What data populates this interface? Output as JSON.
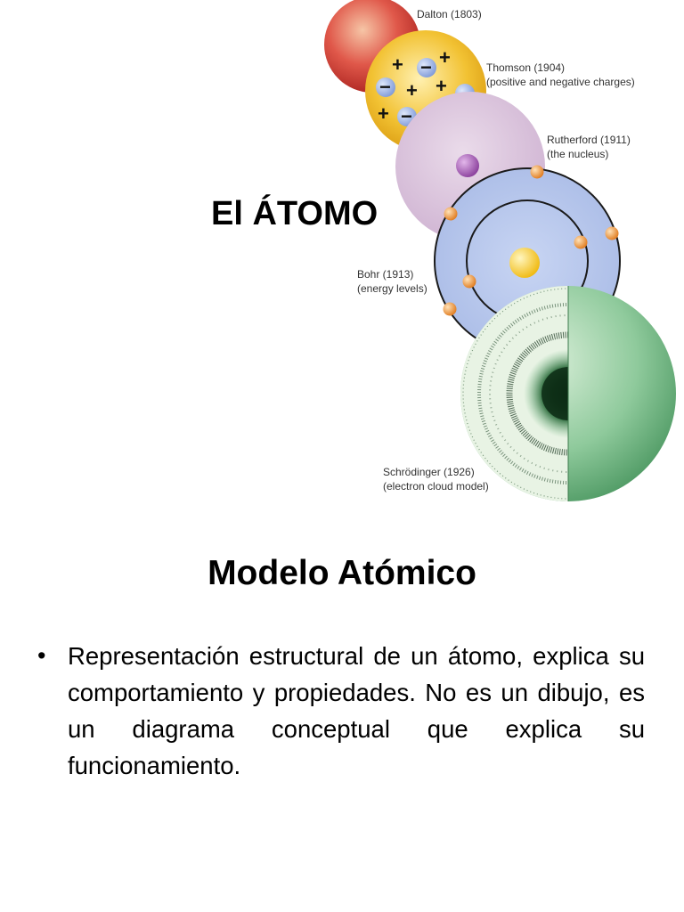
{
  "slide": {
    "heading": "El ÁTOMO",
    "section_title": "Modelo Atómico",
    "bullet_symbol": "•",
    "bullet_text": "Representación estructural de un átomo, explica su comportamiento y propiedades. No es un dibujo, es un diagrama conceptual que explica su funcionamiento."
  },
  "models": {
    "dalton": {
      "year_label": "Dalton (1803)"
    },
    "thomson": {
      "year_label": "Thomson (1904)",
      "description": "(positive and negative charges)"
    },
    "rutherford": {
      "year_label": "Rutherford (1911)",
      "description": "(the nucleus)"
    },
    "bohr": {
      "year_label": "Bohr (1913)",
      "description": "(energy levels)"
    },
    "schrodinger": {
      "year_label": "Schrödinger (1926)",
      "description": "(electron cloud model)"
    }
  },
  "thomson_charges": {
    "plus": "+",
    "minus": "−"
  },
  "colors": {
    "dalton": "#d9433a",
    "thomson": "#efb92a",
    "rutherford": "#dcc3dd",
    "bohr": "#b7c7ec",
    "schrodinger": "#7fbf8f",
    "electron": "#f08a2c",
    "nucleus": "#f5c21b"
  }
}
